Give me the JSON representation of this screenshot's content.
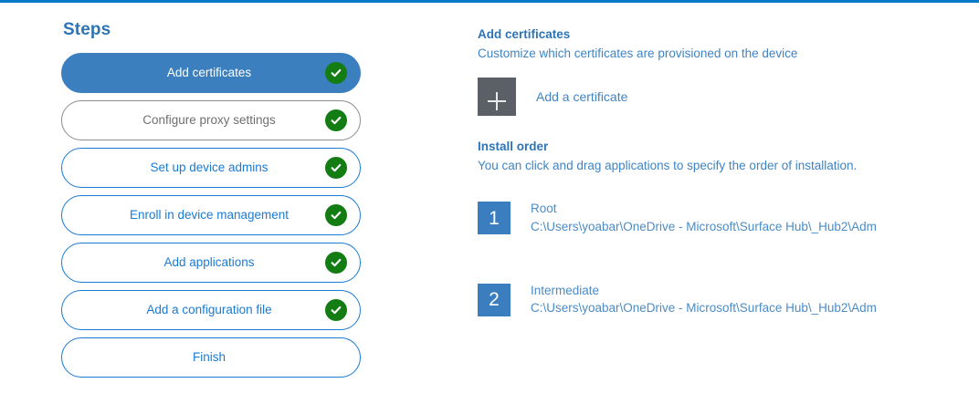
{
  "theme": {
    "accent_rule": "#0078c8",
    "active_step_bg": "#3c7fbf",
    "step_border": "#1a7ad4",
    "muted_step_border": "#8d8d8d",
    "check_green": "#137c13",
    "order_badge_blue": "#3a7ebf",
    "plus_tile_gray": "#5a6065",
    "heading_blue": "#2e74b5",
    "body_blue": "#3f84c4"
  },
  "steps_panel": {
    "heading": "Steps",
    "items": [
      {
        "label": "Add certificates",
        "state": "active",
        "completed": true
      },
      {
        "label": "Configure proxy settings",
        "state": "muted",
        "completed": true
      },
      {
        "label": "Set up device admins",
        "state": "default",
        "completed": true
      },
      {
        "label": "Enroll in device management",
        "state": "default",
        "completed": true
      },
      {
        "label": "Add applications",
        "state": "default",
        "completed": true
      },
      {
        "label": "Add a configuration file",
        "state": "default",
        "completed": true
      },
      {
        "label": "Finish",
        "state": "default",
        "completed": false
      }
    ]
  },
  "detail_panel": {
    "title": "Add certificates",
    "subtitle": "Customize which certificates are provisioned on the device",
    "add_certificate": {
      "label": "Add a certificate",
      "icon": "plus-icon"
    },
    "install_order": {
      "title": "Install order",
      "description": "You can click and drag applications to specify the order of installation.",
      "items": [
        {
          "number": "1",
          "name": "Root",
          "path": "C:\\Users\\yoabar\\OneDrive - Microsoft\\Surface Hub\\_Hub2\\Adm"
        },
        {
          "number": "2",
          "name": "Intermediate",
          "path": "C:\\Users\\yoabar\\OneDrive - Microsoft\\Surface Hub\\_Hub2\\Adm"
        }
      ]
    }
  }
}
